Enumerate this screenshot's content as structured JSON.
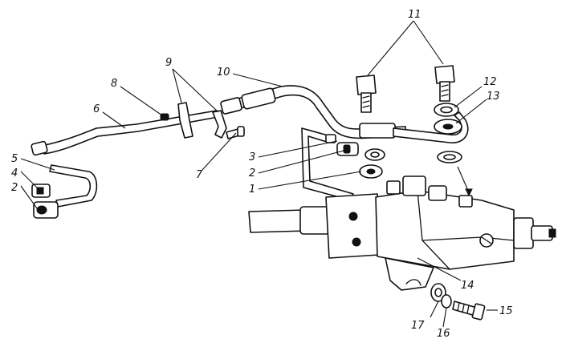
{
  "diagram": {
    "callouts": [
      {
        "id": "c11",
        "text": "11"
      },
      {
        "id": "c10",
        "text": "10"
      },
      {
        "id": "c9",
        "text": "9"
      },
      {
        "id": "c8",
        "text": "8"
      },
      {
        "id": "c6",
        "text": "6"
      },
      {
        "id": "c12",
        "text": "12"
      },
      {
        "id": "c13",
        "text": "13"
      },
      {
        "id": "c5",
        "text": "5"
      },
      {
        "id": "c4",
        "text": "4"
      },
      {
        "id": "c2a",
        "text": "2"
      },
      {
        "id": "c3",
        "text": "3"
      },
      {
        "id": "c2b",
        "text": "2"
      },
      {
        "id": "c1",
        "text": "1"
      },
      {
        "id": "c7",
        "text": "7"
      },
      {
        "id": "c14",
        "text": "14"
      },
      {
        "id": "c15",
        "text": "15"
      },
      {
        "id": "c16",
        "text": "16"
      },
      {
        "id": "c17",
        "text": "17"
      }
    ]
  }
}
